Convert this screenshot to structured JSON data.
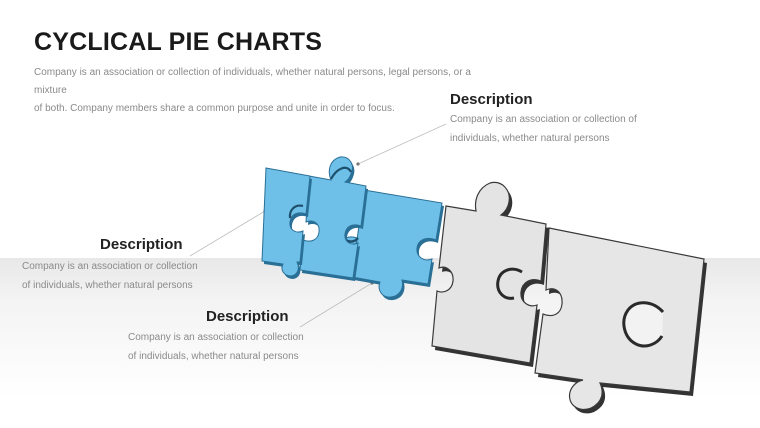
{
  "slide": {
    "title": "CYCLICAL PIE CHARTS",
    "subtitle_line1": "Company is an association or collection of individuals, whether natural persons, legal persons, or a mixture",
    "subtitle_line2": "of both. Company members share a common purpose and unite in order to focus."
  },
  "callouts": [
    {
      "title": "Description",
      "line1": "Company is an association or collection of",
      "line2": "individuals, whether natural persons"
    },
    {
      "title": "Description",
      "line1": "Company is an association or collection",
      "line2": "of individuals, whether natural persons"
    },
    {
      "title": "Description",
      "line1": "Company is an association or collection",
      "line2": "of individuals, whether natural persons"
    }
  ],
  "colors": {
    "blue_piece": "#6ec0e8",
    "blue_edge": "#2a6f96",
    "gray_piece": "#e4e4e4",
    "gray_edge": "#333333",
    "title": "#1a1a1a",
    "body_text": "#8a8a8a"
  },
  "puzzle": {
    "pieces_total": 5,
    "pieces_highlighted": 3
  }
}
